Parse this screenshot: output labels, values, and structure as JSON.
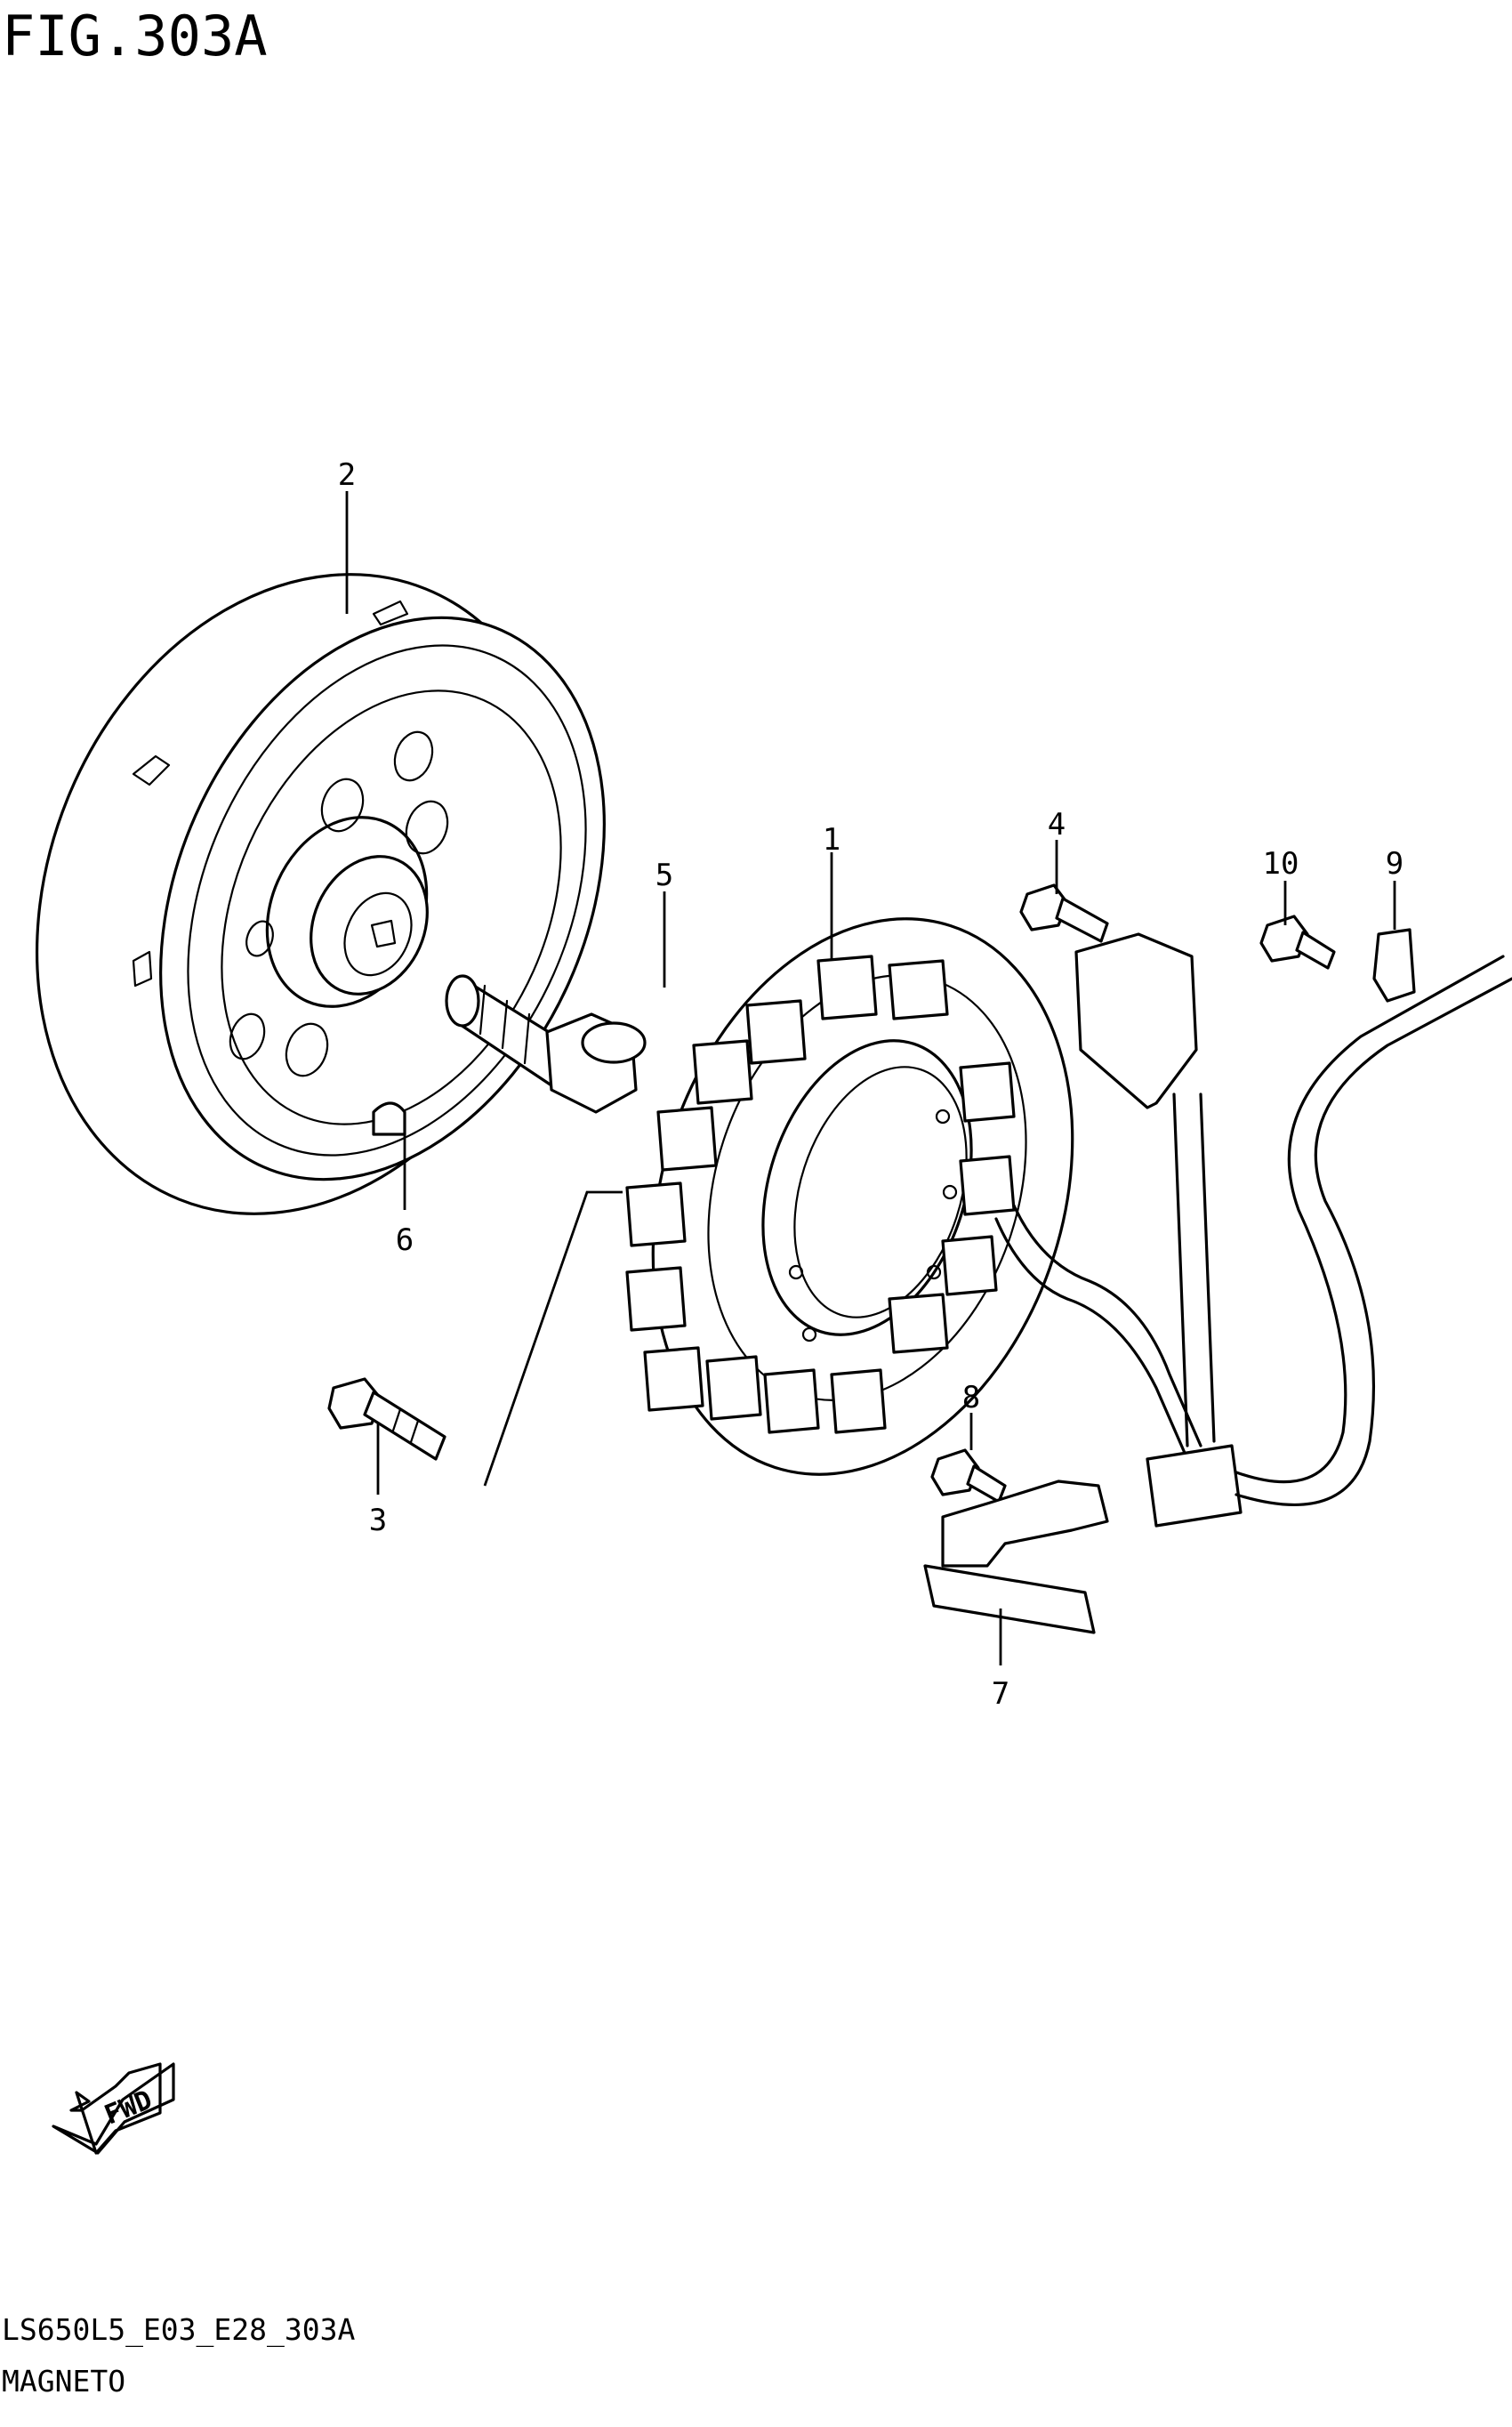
{
  "figure": {
    "title": "FIG.303A",
    "code": "LS650L5_E03_E28_303A",
    "name": "MAGNETO"
  },
  "fwd_label": "FWD",
  "callouts": [
    "1",
    "2",
    "3",
    "4",
    "5",
    "6",
    "7",
    "8",
    "9",
    "10"
  ],
  "parts": {
    "1": "stator-coil",
    "2": "flywheel-rotor",
    "3": "stator-bolt",
    "4": "clamp-screw",
    "5": "rotor-bolt",
    "6": "woodruff-key",
    "7": "wire-clamp",
    "8": "clamp-bolt",
    "9": "wire-clamp-plate",
    "10": "plate-screw"
  }
}
